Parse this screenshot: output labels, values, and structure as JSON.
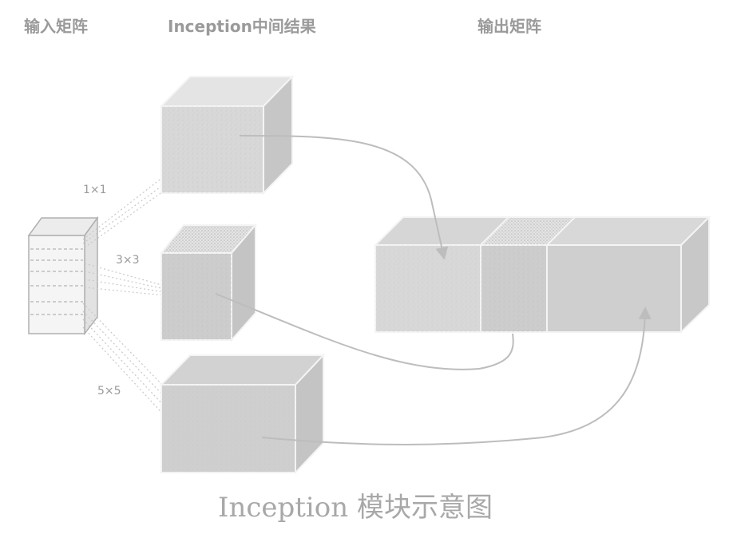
{
  "headers": {
    "input": "输入矩阵",
    "intermediate": "Inception中间结果",
    "output": "输出矩阵"
  },
  "kernels": {
    "k1": "1×1",
    "k3": "3×3",
    "k5": "5×5"
  },
  "caption": "Inception 模块示意图",
  "colors": {
    "face_front": "#d6d6d6",
    "face_top": "#e6e6e6",
    "face_side": "#c4c4c4",
    "edge": "#f2f2f2",
    "connector": "#bdbdbd",
    "dotted": "#c8c8c8"
  }
}
